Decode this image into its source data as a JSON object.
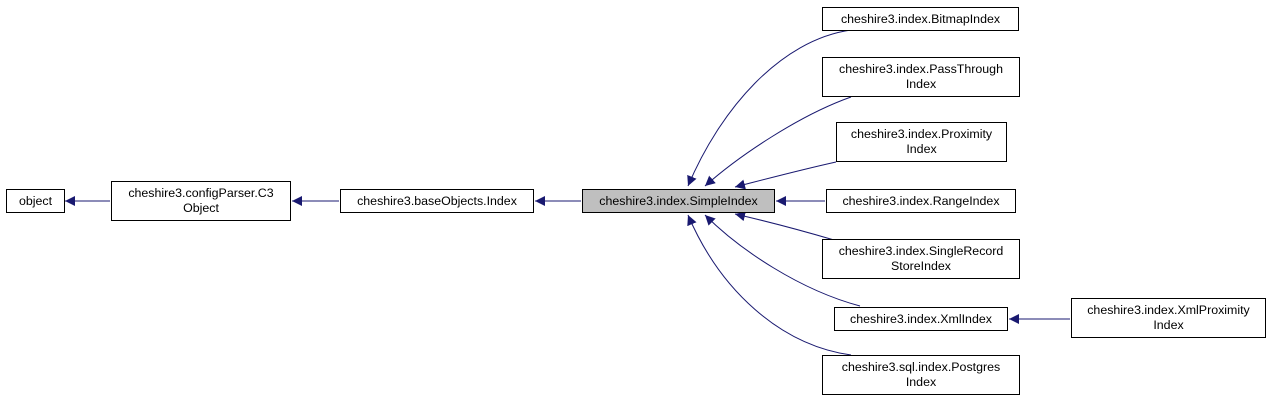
{
  "diagram": {
    "edge_color": "#191970",
    "nodes": {
      "object": {
        "lines": [
          "object"
        ]
      },
      "c3object": {
        "lines": [
          "cheshire3.configParser.C3",
          "Object"
        ]
      },
      "index": {
        "lines": [
          "cheshire3.baseObjects.Index"
        ]
      },
      "simpleindex": {
        "lines": [
          "cheshire3.index.SimpleIndex"
        ],
        "current": true
      },
      "bitmapindex": {
        "lines": [
          "cheshire3.index.BitmapIndex"
        ]
      },
      "passthroughindex": {
        "lines": [
          "cheshire3.index.PassThrough",
          "Index"
        ]
      },
      "proximityindex": {
        "lines": [
          "cheshire3.index.Proximity",
          "Index"
        ]
      },
      "rangeindex": {
        "lines": [
          "cheshire3.index.RangeIndex"
        ]
      },
      "singlerecordstoreindex": {
        "lines": [
          "cheshire3.index.SingleRecord",
          "StoreIndex"
        ]
      },
      "xmlindex": {
        "lines": [
          "cheshire3.index.XmlIndex"
        ]
      },
      "postgresindex": {
        "lines": [
          "cheshire3.sql.index.Postgres",
          "Index"
        ]
      },
      "xmlproximityindex": {
        "lines": [
          "cheshire3.index.XmlProximity",
          "Index"
        ]
      }
    },
    "edges": [
      {
        "from": "c3object",
        "to": "object"
      },
      {
        "from": "index",
        "to": "c3object"
      },
      {
        "from": "simpleindex",
        "to": "index"
      },
      {
        "from": "bitmapindex",
        "to": "simpleindex"
      },
      {
        "from": "passthroughindex",
        "to": "simpleindex"
      },
      {
        "from": "proximityindex",
        "to": "simpleindex"
      },
      {
        "from": "rangeindex",
        "to": "simpleindex"
      },
      {
        "from": "singlerecordstoreindex",
        "to": "simpleindex"
      },
      {
        "from": "xmlindex",
        "to": "simpleindex"
      },
      {
        "from": "postgresindex",
        "to": "simpleindex"
      },
      {
        "from": "xmlproximityindex",
        "to": "xmlindex"
      }
    ]
  }
}
